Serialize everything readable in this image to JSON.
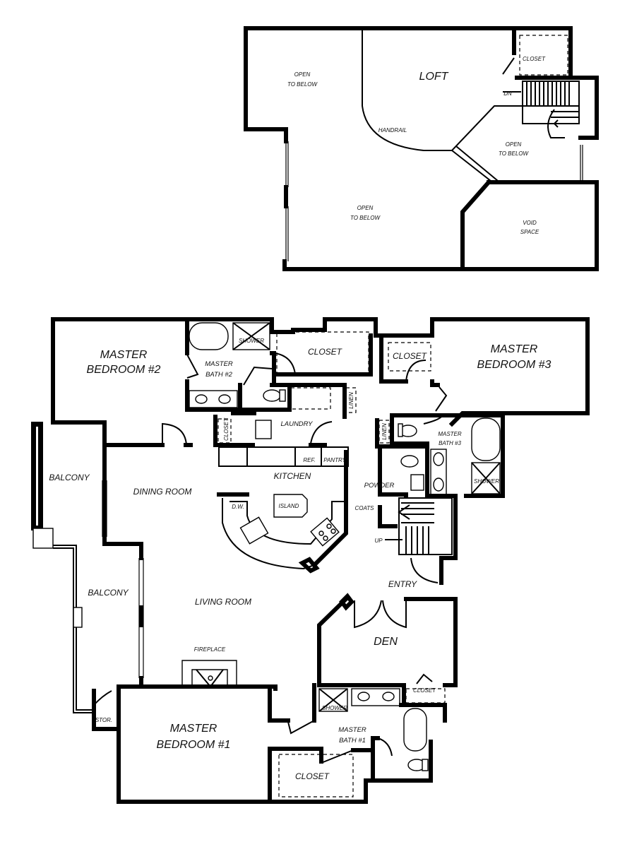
{
  "loft_level": {
    "open_to_below_left": [
      "OPEN",
      "TO BELOW"
    ],
    "loft": "LOFT",
    "closet": "CLOSET",
    "dn": "DN",
    "handrail": "HANDRAIL",
    "open_to_below_right": [
      "OPEN",
      "TO BELOW"
    ],
    "open_to_below_center": [
      "OPEN",
      "TO BELOW"
    ],
    "void_space": [
      "VOID",
      "SPACE"
    ]
  },
  "main_level": {
    "master_bedroom_2": [
      "MASTER",
      "BEDROOM #2"
    ],
    "master_bath_2": [
      "MASTER",
      "BATH #2"
    ],
    "shower_2": "SHOWER",
    "closet_top": "CLOSET",
    "closet_top_right": "CLOSET",
    "master_bedroom_3": [
      "MASTER",
      "BEDROOM #3"
    ],
    "laundry": "LAUNDRY",
    "linen_top": "LINEN",
    "closet_vertical": "CLOSET",
    "linen_side": "LINEN",
    "master_bath_3": [
      "MASTER",
      "BATH #3"
    ],
    "shower_3": "SHOWER",
    "balcony_top": "BALCONY",
    "dining_room": "DINING ROOM",
    "kitchen": "KITCHEN",
    "ref": "REF.",
    "pantry": "PANTRY",
    "dw": "D.W.",
    "island": "ISLAND",
    "powder": "POWDER",
    "coats": "COATS",
    "up": "UP",
    "entry": "ENTRY",
    "balcony_bottom": "BALCONY",
    "living_room": "LIVING ROOM",
    "den": "DEN",
    "fireplace": "FIREPLACE",
    "closet_den": "CLOSET",
    "shower_1": "SHOWER",
    "stor": "STOR.",
    "master_bedroom_1": [
      "MASTER",
      "BEDROOM #1"
    ],
    "master_bath_1": [
      "MASTER",
      "BATH #1"
    ],
    "closet_bottom": "CLOSET"
  }
}
